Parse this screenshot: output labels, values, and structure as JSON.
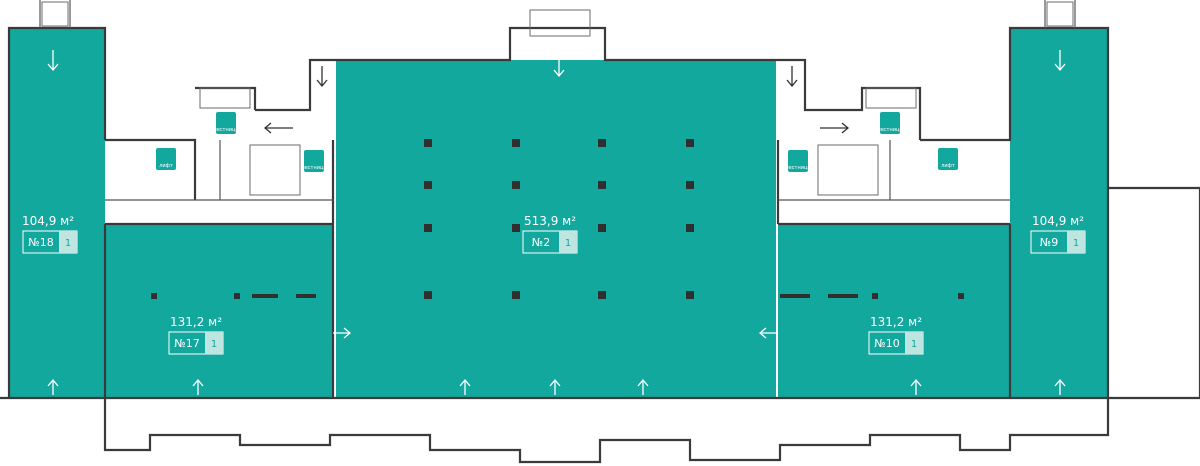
{
  "colors": {
    "zone": "#13a89e",
    "wall": "#3a3a3a",
    "label_fill": "#bfe5e1"
  },
  "units": [
    {
      "id": "unit-18",
      "area": "104,9 м²",
      "number": "№18",
      "floor": "1"
    },
    {
      "id": "unit-17",
      "area": "131,2 м²",
      "number": "№17",
      "floor": "1"
    },
    {
      "id": "unit-2",
      "area": "513,9 м²",
      "number": "№2",
      "floor": "1"
    },
    {
      "id": "unit-10",
      "area": "131,2 м²",
      "number": "№10",
      "floor": "1"
    },
    {
      "id": "unit-9",
      "area": "104,9 м²",
      "number": "№9",
      "floor": "1"
    }
  ],
  "signs": {
    "stairs": "лестница",
    "lift": "лифт"
  }
}
